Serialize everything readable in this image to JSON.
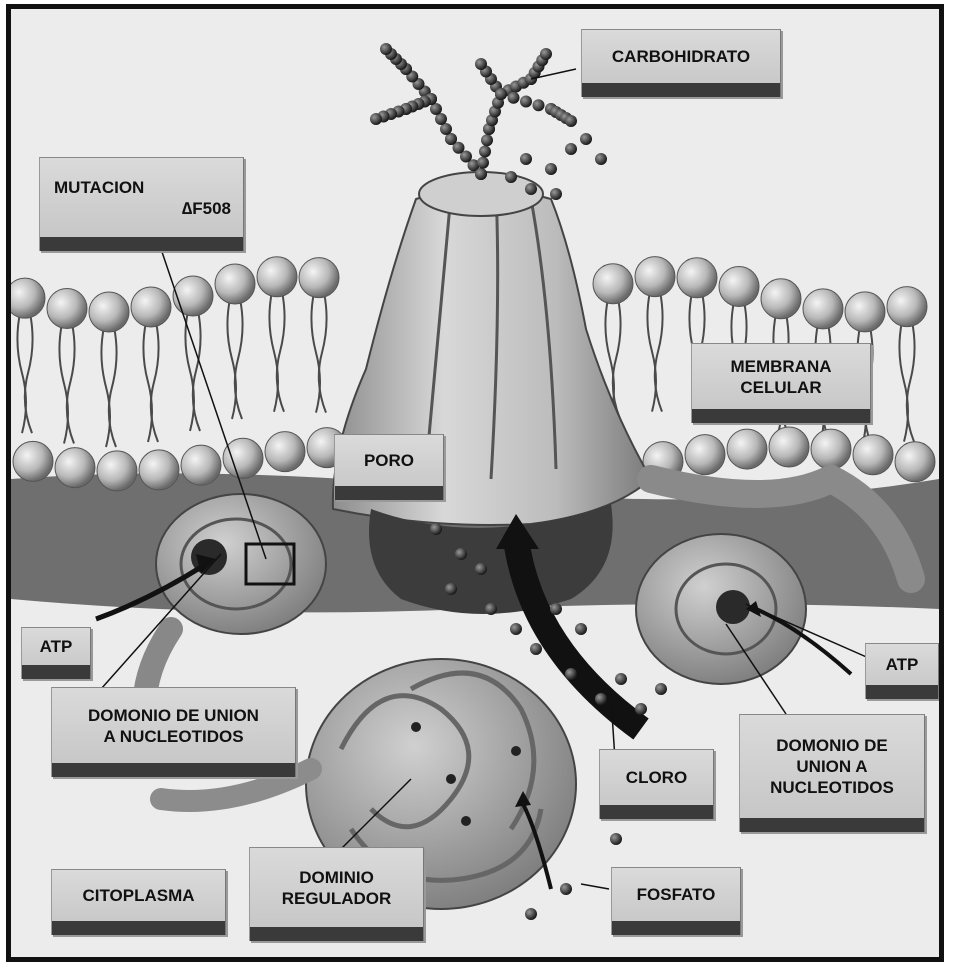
{
  "labels": {
    "carbohidrato": "CARBOHIDRATO",
    "mutacion": "MUTACION",
    "mutacion_code": "∆F508",
    "membrana": "MEMBRANA\nCELULAR",
    "poro": "PORO",
    "atp_left": "ATP",
    "atp_right": "ATP",
    "domain_left": "DOMONIO DE UNION\nA NUCLEOTIDOS",
    "domain_right": "DOMONIO DE\nUNION A\nNUCLEOTIDOS",
    "cloro": "CLORO",
    "citoplasma": "CITOPLASMA",
    "regulador": "DOMINIO\nREGULADOR",
    "fosfato": "FOSFATO"
  },
  "colors": {
    "background": "#ececec",
    "membrane_heads": "#b5b5b5",
    "protein": "#bdbdbd",
    "ion_dots": "#333333",
    "label_bar": "#3a3a3a"
  }
}
